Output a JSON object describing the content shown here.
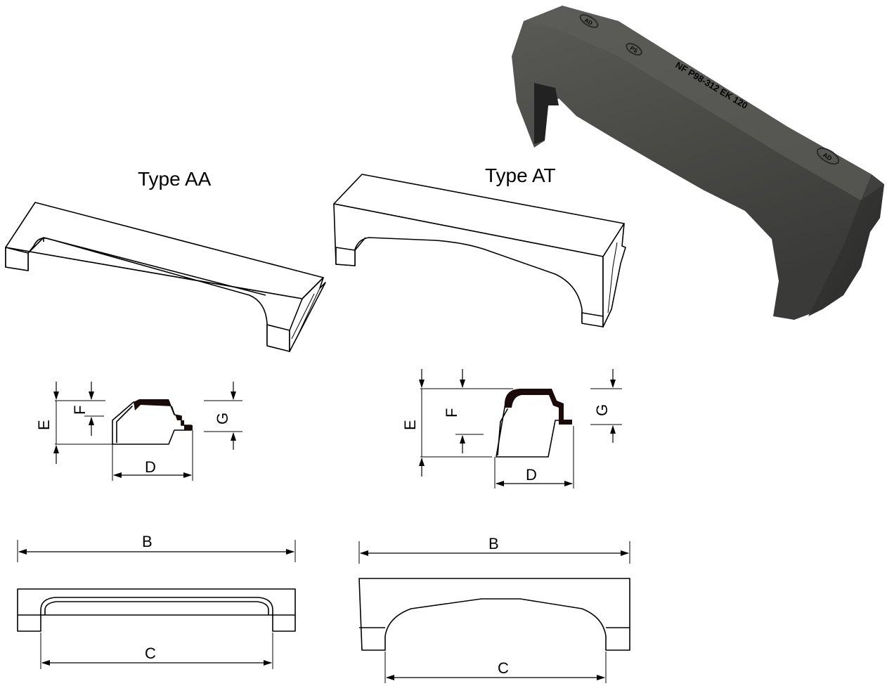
{
  "type_aa": {
    "title": "Type AA",
    "dim_e": "E",
    "dim_f": "F",
    "dim_g": "G",
    "dim_d": "D",
    "dim_b": "B",
    "dim_c": "C"
  },
  "type_at": {
    "title": "Type AT",
    "dim_e": "E",
    "dim_f": "F",
    "dim_g": "G",
    "dim_d": "D",
    "dim_b": "B",
    "dim_c": "C"
  },
  "photo": {
    "casting_marking": "NF P98-312 EK 120",
    "badge_right": "AD",
    "badge_mid": "PS",
    "badge_left": "AD"
  },
  "colors": {
    "line": "#000000",
    "product_body": "#4a4a48",
    "product_shade": "#2f2f2d",
    "background": "#ffffff"
  }
}
